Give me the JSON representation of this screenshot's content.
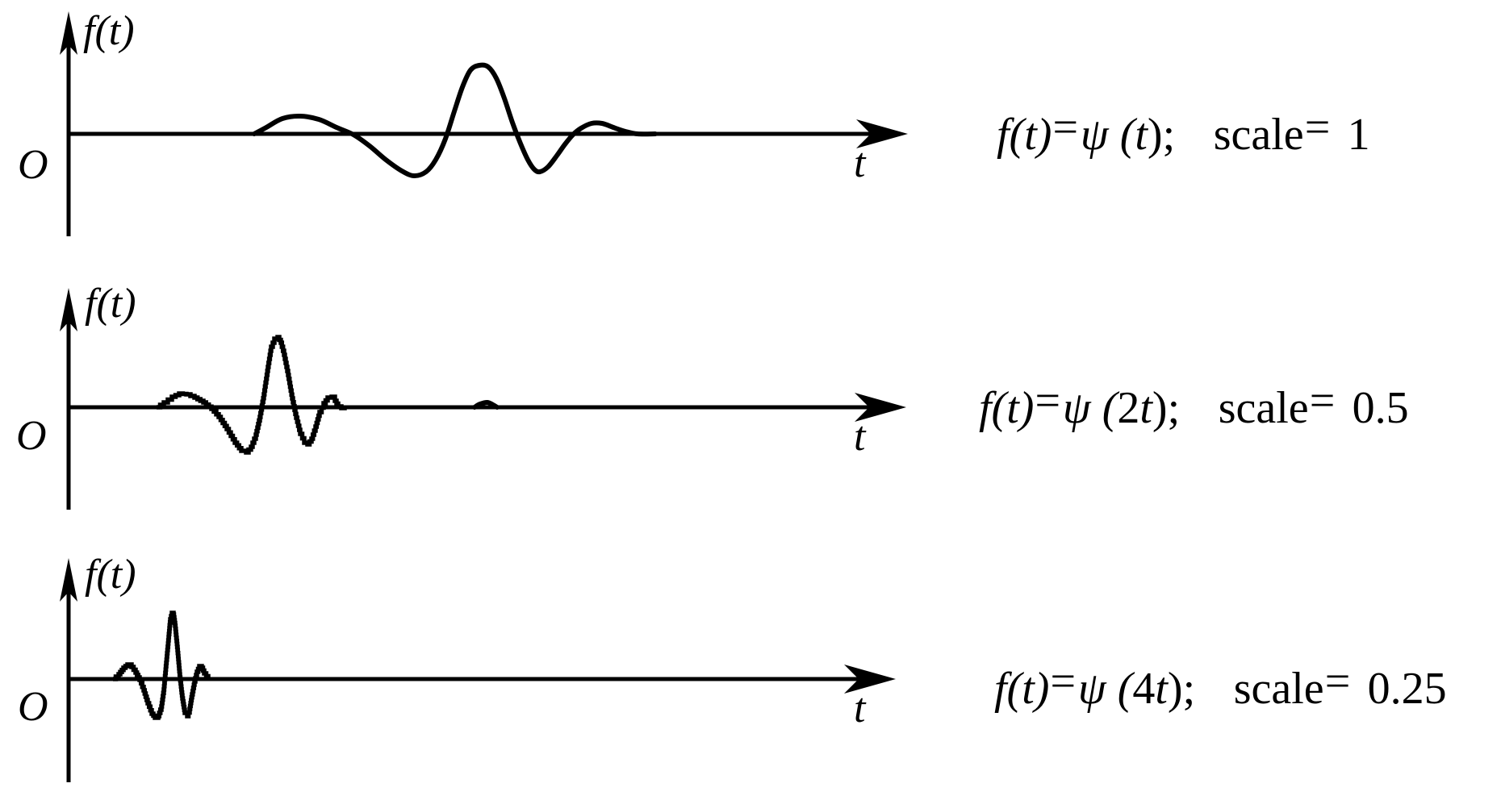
{
  "figure": {
    "background": "#ffffff",
    "ink": "#000000",
    "description_rows": 3
  },
  "rows": [
    {
      "y_axis_label": "f(t)",
      "x_axis_label": "t",
      "origin_label": "O",
      "formula": {
        "lhs": "f(t)",
        "equals": "=",
        "psi": "ψ (",
        "coef": "",
        "var": "t",
        "close": ");",
        "scale_word": "scale",
        "scale_equals": "=",
        "scale_value": "1"
      },
      "wave": {
        "style": "smooth",
        "step": 5,
        "points": [
          [
            315,
            166
          ],
          [
            330,
            158
          ],
          [
            350,
            147
          ],
          [
            372,
            144
          ],
          [
            395,
            148
          ],
          [
            417,
            158
          ],
          [
            438,
            167
          ],
          [
            458,
            181
          ],
          [
            478,
            198
          ],
          [
            498,
            212
          ],
          [
            513,
            218
          ],
          [
            528,
            213
          ],
          [
            540,
            198
          ],
          [
            552,
            172
          ],
          [
            563,
            138
          ],
          [
            573,
            108
          ],
          [
            583,
            87
          ],
          [
            594,
            81
          ],
          [
            605,
            83
          ],
          [
            615,
            97
          ],
          [
            625,
            122
          ],
          [
            635,
            152
          ],
          [
            645,
            178
          ],
          [
            654,
            198
          ],
          [
            662,
            210
          ],
          [
            669,
            213
          ],
          [
            679,
            207
          ],
          [
            690,
            193
          ],
          [
            700,
            179
          ],
          [
            710,
            167
          ],
          [
            720,
            159
          ],
          [
            733,
            153
          ],
          [
            746,
            153
          ],
          [
            760,
            158
          ],
          [
            775,
            163
          ],
          [
            790,
            166
          ],
          [
            812,
            166
          ]
        ]
      }
    },
    {
      "y_axis_label": "f(t)",
      "x_axis_label": "t",
      "origin_label": "O",
      "formula": {
        "lhs": "f(t)",
        "equals": "=",
        "psi": "ψ (",
        "coef": "2",
        "var": "t",
        "close": ");",
        "scale_word": "scale",
        "scale_equals": "=",
        "scale_value": "0.5"
      },
      "wave": {
        "style": "jagged",
        "step": 5,
        "points": [
          [
            194,
            505
          ],
          [
            203,
            499
          ],
          [
            213,
            492
          ],
          [
            222,
            488
          ],
          [
            231,
            489
          ],
          [
            241,
            493
          ],
          [
            252,
            499
          ],
          [
            262,
            507
          ],
          [
            271,
            517
          ],
          [
            281,
            532
          ],
          [
            291,
            549
          ],
          [
            299,
            559
          ],
          [
            305,
            561
          ],
          [
            311,
            554
          ],
          [
            317,
            539
          ],
          [
            322,
            517
          ],
          [
            327,
            489
          ],
          [
            332,
            455
          ],
          [
            336,
            430
          ],
          [
            340,
            420
          ],
          [
            344,
            418
          ],
          [
            348,
            425
          ],
          [
            352,
            440
          ],
          [
            357,
            465
          ],
          [
            362,
            494
          ],
          [
            367,
            518
          ],
          [
            372,
            538
          ],
          [
            377,
            549
          ],
          [
            381,
            551
          ],
          [
            386,
            544
          ],
          [
            391,
            529
          ],
          [
            396,
            511
          ],
          [
            401,
            500
          ],
          [
            406,
            493
          ],
          [
            411,
            492
          ],
          [
            415,
            497
          ],
          [
            419,
            504
          ],
          [
            423,
            506
          ],
          [
            427,
            505
          ]
        ]
      },
      "axis_blip": {
        "style": "smooth",
        "step": 4,
        "points": [
          [
            588,
            505
          ],
          [
            595,
            501
          ],
          [
            604,
            499
          ],
          [
            611,
            502
          ],
          [
            616,
            505
          ]
        ]
      }
    },
    {
      "y_axis_label": "f(t)",
      "x_axis_label": "t",
      "origin_label": "O",
      "formula": {
        "lhs": "f(t)",
        "equals": "=",
        "psi": "ψ (",
        "coef": "4",
        "var": "t",
        "close": ");",
        "scale_word": "scale",
        "scale_equals": "=",
        "scale_value": "0.25"
      },
      "wave": {
        "style": "jagged",
        "step": 4,
        "points": [
          [
            140,
            842
          ],
          [
            147,
            836
          ],
          [
            153,
            828
          ],
          [
            158,
            824
          ],
          [
            163,
            827
          ],
          [
            168,
            834
          ],
          [
            173,
            843
          ],
          [
            178,
            856
          ],
          [
            183,
            872
          ],
          [
            188,
            885
          ],
          [
            192,
            890
          ],
          [
            196,
            888
          ],
          [
            200,
            876
          ],
          [
            203,
            855
          ],
          [
            206,
            822
          ],
          [
            209,
            790
          ],
          [
            211,
            768
          ],
          [
            213,
            760
          ],
          [
            215,
            762
          ],
          [
            217,
            776
          ],
          [
            220,
            806
          ],
          [
            223,
            840
          ],
          [
            226,
            866
          ],
          [
            229,
            884
          ],
          [
            232,
            888
          ],
          [
            235,
            879
          ],
          [
            238,
            861
          ],
          [
            241,
            845
          ],
          [
            244,
            833
          ],
          [
            247,
            826
          ],
          [
            250,
            828
          ],
          [
            253,
            835
          ],
          [
            258,
            842
          ]
        ]
      }
    }
  ]
}
